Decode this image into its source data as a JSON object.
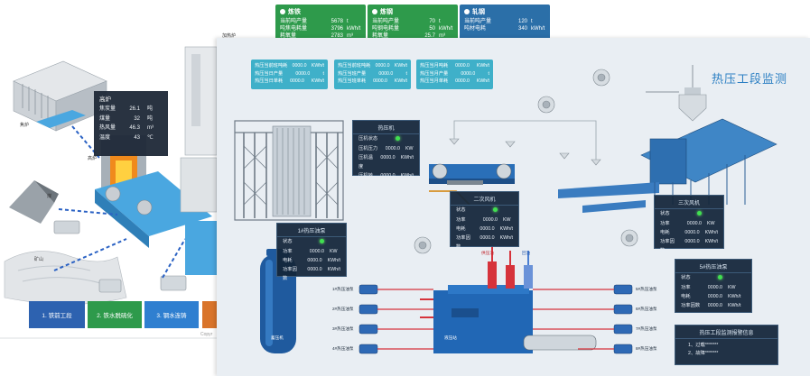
{
  "top_cards": [
    {
      "title": "炼铁",
      "color": "#2e9a4b",
      "rows": [
        {
          "k": "当前吨产量",
          "v": "5678",
          "u": "t"
        },
        {
          "k": "吨焦电耗量",
          "v": "3796",
          "u": "kWh/t"
        },
        {
          "k": "耗氧量",
          "v": "2783",
          "u": "m³"
        }
      ]
    },
    {
      "title": "炼钢",
      "color": "#2e9a4b",
      "rows": [
        {
          "k": "当前吨产量",
          "v": "70",
          "u": "t"
        },
        {
          "k": "吨钢电耗量",
          "v": "50",
          "u": "kWh/t"
        },
        {
          "k": "耗氧量",
          "v": "25.7",
          "u": "m³"
        }
      ]
    },
    {
      "title": "轧钢",
      "color": "#2b6fa8",
      "rows": [
        {
          "k": "当前吨产量",
          "v": "120",
          "u": "t"
        },
        {
          "k": "吨材电耗",
          "v": "340",
          "u": "kWh/t"
        }
      ]
    }
  ],
  "left_labels": {
    "reheat": "加热炉",
    "coke": "焦炉",
    "blast": "高炉",
    "coal": "煤",
    "mine": "矿山",
    "copyright": "Copyr"
  },
  "furnace_popup": {
    "title": "高炉",
    "rows": [
      {
        "k": "焦炭量",
        "v": "26.1",
        "u": "吨"
      },
      {
        "k": "煤量",
        "v": "32",
        "u": "吨"
      },
      {
        "k": "热风量",
        "v": "46.3",
        "u": "m³"
      },
      {
        "k": "温度",
        "v": "43",
        "u": "℃"
      }
    ]
  },
  "steps": [
    {
      "label": "1. 铁前工段",
      "color": "#2d62b0"
    },
    {
      "label": "2. 铁水脱硫化",
      "color": "#2e9a4b"
    },
    {
      "label": "3. 钢水连铸",
      "color": "#2f7fd0"
    },
    {
      "label": "",
      "color": "#d9742a"
    }
  ],
  "main": {
    "title": "热压工段监测",
    "stat_cards": [
      {
        "color": "#3fb0c9",
        "rows": [
          {
            "k": "热压当前班吨耗",
            "v": "0000.0",
            "u": "KWh/t"
          },
          {
            "k": "热压当日产量",
            "v": "0000.0",
            "u": "t"
          },
          {
            "k": "热压当日单耗",
            "v": "0000.0",
            "u": "KWh/t"
          }
        ]
      },
      {
        "color": "#3fb0c9",
        "rows": [
          {
            "k": "热压当前班吨耗",
            "v": "0000.0",
            "u": "KWh/t"
          },
          {
            "k": "热压当班产量",
            "v": "0000.0",
            "u": "t"
          },
          {
            "k": "热压当班单耗",
            "v": "0000.0",
            "u": "KWh/t"
          }
        ]
      },
      {
        "color": "#3fb0c9",
        "rows": [
          {
            "k": "热压当月吨耗",
            "v": "0000.0",
            "u": "KWh/t"
          },
          {
            "k": "热压当月产量",
            "v": "0000.0",
            "u": "t"
          },
          {
            "k": "热压当月单耗",
            "v": "0000.0",
            "u": "KWh/t"
          }
        ]
      }
    ],
    "press_panel": {
      "title": "热压机",
      "rows": [
        {
          "k": "压机状态",
          "v": "",
          "u": "",
          "led": true
        },
        {
          "k": "压机压力",
          "v": "0000.0",
          "u": "KW"
        },
        {
          "k": "压机温度",
          "v": "0000.0",
          "u": "KWh/t"
        },
        {
          "k": "压机转速",
          "v": "0000.0",
          "u": "KWh/t"
        }
      ]
    },
    "fan2_panel": {
      "title": "二次风机",
      "rows": [
        {
          "k": "状态",
          "v": "",
          "u": "",
          "led": true
        },
        {
          "k": "功率",
          "v": "0000.0",
          "u": "KW"
        },
        {
          "k": "电耗",
          "v": "0000.0",
          "u": "KWh/t"
        },
        {
          "k": "功率因数",
          "v": "0000.0",
          "u": "KWh/t"
        }
      ]
    },
    "fan3_panel": {
      "title": "三次风机",
      "rows": [
        {
          "k": "状态",
          "v": "",
          "u": "",
          "led": true
        },
        {
          "k": "功率",
          "v": "0000.0",
          "u": "KW"
        },
        {
          "k": "电耗",
          "v": "0000.0",
          "u": "KWh/t"
        },
        {
          "k": "功率因数",
          "v": "0000.0",
          "u": "KWh/t"
        }
      ]
    },
    "pump1_panel": {
      "title": "1#热压油泵",
      "rows": [
        {
          "k": "状态",
          "v": "",
          "u": "",
          "led": true
        },
        {
          "k": "功率",
          "v": "0000.0",
          "u": "KW"
        },
        {
          "k": "电耗",
          "v": "0000.0",
          "u": "KWh/t"
        },
        {
          "k": "功率因数",
          "v": "0000.0",
          "u": "KWh/t"
        }
      ]
    },
    "pump5_panel": {
      "title": "5#热压油泵",
      "rows": [
        {
          "k": "状态",
          "v": "",
          "u": "",
          "led": true
        },
        {
          "k": "功率",
          "v": "0000.0",
          "u": "KW"
        },
        {
          "k": "电耗",
          "v": "0000.0",
          "u": "KWh/t"
        },
        {
          "k": "功率因数",
          "v": "0000.0",
          "u": "KWh/t"
        }
      ]
    },
    "alarm_panel": {
      "title": "热压工段监测报警信息",
      "items": [
        "1、过载*******",
        "2、故障*******"
      ]
    },
    "left_pump_labels": [
      "1#热压油泵",
      "2#热压油泵",
      "3#热压油泵",
      "4#热压油泵"
    ],
    "right_pump_labels": [
      "5#热压油泵",
      "6#热压油泵",
      "7#热压油泵",
      "8#热压油泵"
    ],
    "tank_label": "蓄压机",
    "station_label": "液压站",
    "pipe_labels": [
      "供压油",
      "回油"
    ]
  },
  "colors": {
    "accent": "#2b7fc3",
    "dark_panel": "#14263a",
    "led": "#40e050"
  }
}
